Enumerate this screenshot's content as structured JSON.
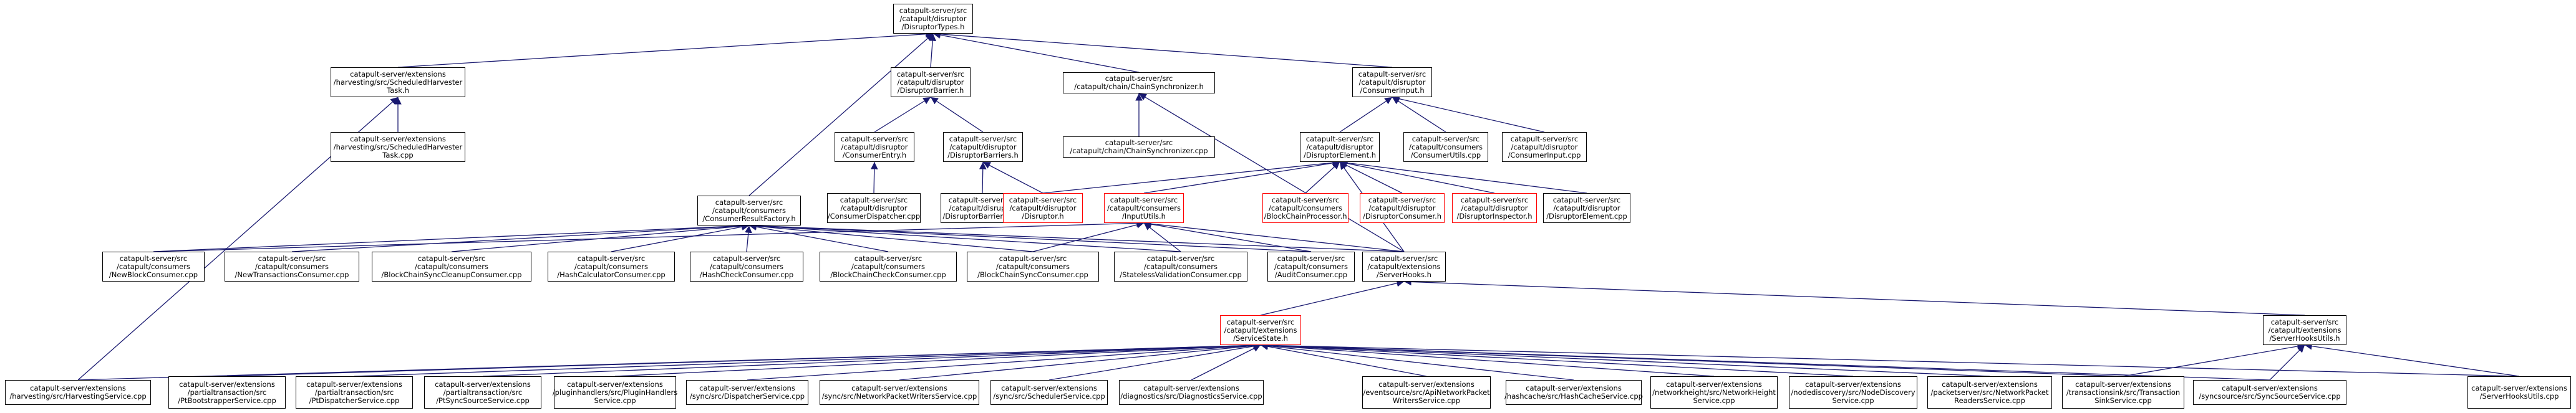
{
  "graph": {
    "title": "catapult-server/src/catapult/disruptor/DisruptorTypes.h",
    "edge_color": "#191970",
    "nodes": {
      "root": {
        "lines": [
          "catapult-server/src",
          "/catapult/disruptor",
          "/DisruptorTypes.h"
        ],
        "highlight": true
      },
      "sched_h": {
        "lines": [
          "catapult-server/extensions",
          "/harvesting/src/ScheduledHarvester",
          "Task.h"
        ]
      },
      "sched_cpp": {
        "lines": [
          "catapult-server/extensions",
          "/harvesting/src/ScheduledHarvester",
          "Task.cpp"
        ]
      },
      "barrier_h": {
        "lines": [
          "catapult-server/src",
          "/catapult/disruptor",
          "/DisruptorBarrier.h"
        ]
      },
      "consentry_h": {
        "lines": [
          "catapult-server/src",
          "/catapult/disruptor",
          "/ConsumerEntry.h"
        ]
      },
      "barriers_h": {
        "lines": [
          "catapult-server/src",
          "/catapult/disruptor",
          "/DisruptorBarriers.h"
        ]
      },
      "consdisp_cpp": {
        "lines": [
          "catapult-server/src",
          "/catapult/disruptor",
          "/ConsumerDispatcher.cpp"
        ]
      },
      "barriers_cpp": {
        "lines": [
          "catapult-server/src",
          "/catapult/disruptor",
          "/DisruptorBarriers.cpp"
        ]
      },
      "chainsync_h": {
        "lines": [
          "catapult-server/src",
          "/catapult/chain/ChainSynchronizer.h"
        ]
      },
      "chainsync_cpp": {
        "lines": [
          "catapult-server/src",
          "/catapult/chain/ChainSynchronizer.cpp"
        ]
      },
      "consinput_h": {
        "lines": [
          "catapult-server/src",
          "/catapult/disruptor",
          "/ConsumerInput.h"
        ]
      },
      "element_h": {
        "lines": [
          "catapult-server/src",
          "/catapult/disruptor",
          "/DisruptorElement.h"
        ]
      },
      "consutils_cpp": {
        "lines": [
          "catapult-server/src",
          "/catapult/consumers",
          "/ConsumerUtils.cpp"
        ]
      },
      "consinput_cpp": {
        "lines": [
          "catapult-server/src",
          "/catapult/disruptor",
          "/ConsumerInput.cpp"
        ]
      },
      "disruptor_h": {
        "lines": [
          "catapult-server/src",
          "/catapult/disruptor",
          "/Disruptor.h"
        ],
        "red": true
      },
      "inpututils_h": {
        "lines": [
          "catapult-server/src",
          "/catapult/consumers",
          "/InputUtils.h"
        ],
        "red": true
      },
      "bcproc_h": {
        "lines": [
          "catapult-server/src",
          "/catapult/consumers",
          "/BlockChainProcessor.h"
        ],
        "red": true
      },
      "dconsumer_h": {
        "lines": [
          "catapult-server/src",
          "/catapult/disruptor",
          "/DisruptorConsumer.h"
        ],
        "red": true
      },
      "dinspector_h": {
        "lines": [
          "catapult-server/src",
          "/catapult/disruptor",
          "/DisruptorInspector.h"
        ],
        "red": true
      },
      "element_cpp": {
        "lines": [
          "catapult-server/src",
          "/catapult/disruptor",
          "/DisruptorElement.cpp"
        ]
      },
      "resultfactory_h": {
        "lines": [
          "catapult-server/src",
          "/catapult/consumers",
          "/ConsumerResultFactory.h"
        ]
      },
      "newblock_cpp": {
        "lines": [
          "catapult-server/src",
          "/catapult/consumers",
          "/NewBlockConsumer.cpp"
        ]
      },
      "newtx_cpp": {
        "lines": [
          "catapult-server/src",
          "/catapult/consumers",
          "/NewTransactionsConsumer.cpp"
        ]
      },
      "bcsynccleanup_cpp": {
        "lines": [
          "catapult-server/src",
          "/catapult/consumers",
          "/BlockChainSyncCleanupConsumer.cpp"
        ]
      },
      "hashcalc_cpp": {
        "lines": [
          "catapult-server/src",
          "/catapult/consumers",
          "/HashCalculatorConsumer.cpp"
        ]
      },
      "hashcheck_cpp": {
        "lines": [
          "catapult-server/src",
          "/catapult/consumers",
          "/HashCheckConsumer.cpp"
        ]
      },
      "bccheck_cpp": {
        "lines": [
          "catapult-server/src",
          "/catapult/consumers",
          "/BlockChainCheckConsumer.cpp"
        ]
      },
      "bcsync_cpp": {
        "lines": [
          "catapult-server/src",
          "/catapult/consumers",
          "/BlockChainSyncConsumer.cpp"
        ]
      },
      "stateless_cpp": {
        "lines": [
          "catapult-server/src",
          "/catapult/consumers",
          "/StatelessValidationConsumer.cpp"
        ]
      },
      "audit_cpp": {
        "lines": [
          "catapult-server/src",
          "/catapult/consumers",
          "/AuditConsumer.cpp"
        ]
      },
      "serverhooks_h": {
        "lines": [
          "catapult-server/src",
          "/catapult/extensions",
          "/ServerHooks.h"
        ]
      },
      "hooksutils_h": {
        "lines": [
          "catapult-server/src",
          "/catapult/extensions",
          "/ServerHooksUtils.h"
        ]
      },
      "servicestate_h": {
        "lines": [
          "catapult-server/src",
          "/catapult/extensions",
          "/ServiceState.h"
        ],
        "red": true
      },
      "harvesting_cpp": {
        "lines": [
          "catapult-server/extensions",
          "/harvesting/src/HarvestingService.cpp"
        ]
      },
      "ptbootstrapper_cpp": {
        "lines": [
          "catapult-server/extensions",
          "/partialtransaction/src",
          "/PtBootstrapperService.cpp"
        ]
      },
      "ptdispatcher_cpp": {
        "lines": [
          "catapult-server/extensions",
          "/partialtransaction/src",
          "/PtDispatcherService.cpp"
        ]
      },
      "ptsyncsource_cpp": {
        "lines": [
          "catapult-server/extensions",
          "/partialtransaction/src",
          "/PtSyncSourceService.cpp"
        ]
      },
      "pluginhandlers_cpp": {
        "lines": [
          "catapult-server/extensions",
          "/pluginhandlers/src/PluginHandlers",
          "Service.cpp"
        ]
      },
      "dispatcher_cpp": {
        "lines": [
          "catapult-server/extensions",
          "/sync/src/DispatcherService.cpp"
        ]
      },
      "npwriters_cpp": {
        "lines": [
          "catapult-server/extensions",
          "/sync/src/NetworkPacketWritersService.cpp"
        ]
      },
      "scheduler_cpp": {
        "lines": [
          "catapult-server/extensions",
          "/sync/src/SchedulerService.cpp"
        ]
      },
      "diagnostics_cpp": {
        "lines": [
          "catapult-server/extensions",
          "/diagnostics/src/DiagnosticsService.cpp"
        ]
      },
      "apinetwork_cpp": {
        "lines": [
          "catapult-server/extensions",
          "/eventsource/src/ApiNetworkPacket",
          "WritersService.cpp"
        ]
      },
      "hashcache_cpp": {
        "lines": [
          "catapult-server/extensions",
          "/hashcache/src/HashCacheService.cpp"
        ]
      },
      "netheight_cpp": {
        "lines": [
          "catapult-server/extensions",
          "/networkheight/src/NetworkHeight",
          "Service.cpp"
        ]
      },
      "nodediscovery_cpp": {
        "lines": [
          "catapult-server/extensions",
          "/nodediscovery/src/NodeDiscovery",
          "Service.cpp"
        ]
      },
      "npreaders_cpp": {
        "lines": [
          "catapult-server/extensions",
          "/packetserver/src/NetworkPacket",
          "ReadersService.cpp"
        ]
      },
      "txsink_cpp": {
        "lines": [
          "catapult-server/extensions",
          "/transactionsink/src/Transaction",
          "SinkService.cpp"
        ]
      },
      "syncsource_cpp": {
        "lines": [
          "catapult-server/extensions",
          "/syncsource/src/SyncSourceService.cpp"
        ]
      },
      "hooksutils_cpp": {
        "lines": [
          "catapult-server/extensions",
          "/ServerHooksUtils.cpp"
        ]
      }
    },
    "edges": [
      [
        "sched_h",
        "root"
      ],
      [
        "barrier_h",
        "root"
      ],
      [
        "chainsync_h",
        "root"
      ],
      [
        "consinput_h",
        "root"
      ],
      [
        "resultfactory_h",
        "root"
      ],
      [
        "sched_cpp",
        "sched_h"
      ],
      [
        "harvesting_cpp",
        "sched_h"
      ],
      [
        "consentry_h",
        "barrier_h"
      ],
      [
        "barriers_h",
        "barrier_h"
      ],
      [
        "consdisp_cpp",
        "consentry_h"
      ],
      [
        "barriers_cpp",
        "barriers_h"
      ],
      [
        "disruptor_h",
        "barriers_h"
      ],
      [
        "chainsync_cpp",
        "chainsync_h"
      ],
      [
        "serverhooks_h",
        "chainsync_h"
      ],
      [
        "element_h",
        "consinput_h"
      ],
      [
        "consutils_cpp",
        "consinput_h"
      ],
      [
        "consinput_cpp",
        "consinput_h"
      ],
      [
        "disruptor_h",
        "element_h"
      ],
      [
        "inpututils_h",
        "element_h"
      ],
      [
        "bcproc_h",
        "element_h"
      ],
      [
        "dconsumer_h",
        "element_h"
      ],
      [
        "dinspector_h",
        "element_h"
      ],
      [
        "element_cpp",
        "element_h"
      ],
      [
        "serverhooks_h",
        "element_h"
      ],
      [
        "newblock_cpp",
        "resultfactory_h"
      ],
      [
        "newtx_cpp",
        "resultfactory_h"
      ],
      [
        "bcsynccleanup_cpp",
        "resultfactory_h"
      ],
      [
        "hashcalc_cpp",
        "resultfactory_h"
      ],
      [
        "hashcheck_cpp",
        "resultfactory_h"
      ],
      [
        "bccheck_cpp",
        "resultfactory_h"
      ],
      [
        "bcsync_cpp",
        "resultfactory_h"
      ],
      [
        "stateless_cpp",
        "resultfactory_h"
      ],
      [
        "audit_cpp",
        "resultfactory_h"
      ],
      [
        "serverhooks_h",
        "resultfactory_h"
      ],
      [
        "newblock_cpp",
        "inpututils_h"
      ],
      [
        "bcsync_cpp",
        "inpututils_h"
      ],
      [
        "stateless_cpp",
        "inpututils_h"
      ],
      [
        "audit_cpp",
        "inpututils_h"
      ],
      [
        "serverhooks_h",
        "inpututils_h"
      ],
      [
        "servicestate_h",
        "serverhooks_h"
      ],
      [
        "hooksutils_h",
        "serverhooks_h"
      ],
      [
        "harvesting_cpp",
        "servicestate_h"
      ],
      [
        "ptbootstrapper_cpp",
        "servicestate_h"
      ],
      [
        "ptdispatcher_cpp",
        "servicestate_h"
      ],
      [
        "ptsyncsource_cpp",
        "servicestate_h"
      ],
      [
        "pluginhandlers_cpp",
        "servicestate_h"
      ],
      [
        "dispatcher_cpp",
        "servicestate_h"
      ],
      [
        "npwriters_cpp",
        "servicestate_h"
      ],
      [
        "scheduler_cpp",
        "servicestate_h"
      ],
      [
        "diagnostics_cpp",
        "servicestate_h"
      ],
      [
        "apinetwork_cpp",
        "servicestate_h"
      ],
      [
        "hashcache_cpp",
        "servicestate_h"
      ],
      [
        "netheight_cpp",
        "servicestate_h"
      ],
      [
        "nodediscovery_cpp",
        "servicestate_h"
      ],
      [
        "npreaders_cpp",
        "servicestate_h"
      ],
      [
        "txsink_cpp",
        "servicestate_h"
      ],
      [
        "syncsource_cpp",
        "servicestate_h"
      ],
      [
        "hooksutils_cpp",
        "servicestate_h"
      ],
      [
        "txsink_cpp",
        "hooksutils_h"
      ],
      [
        "syncsource_cpp",
        "hooksutils_h"
      ],
      [
        "hooksutils_cpp",
        "hooksutils_h"
      ]
    ]
  }
}
